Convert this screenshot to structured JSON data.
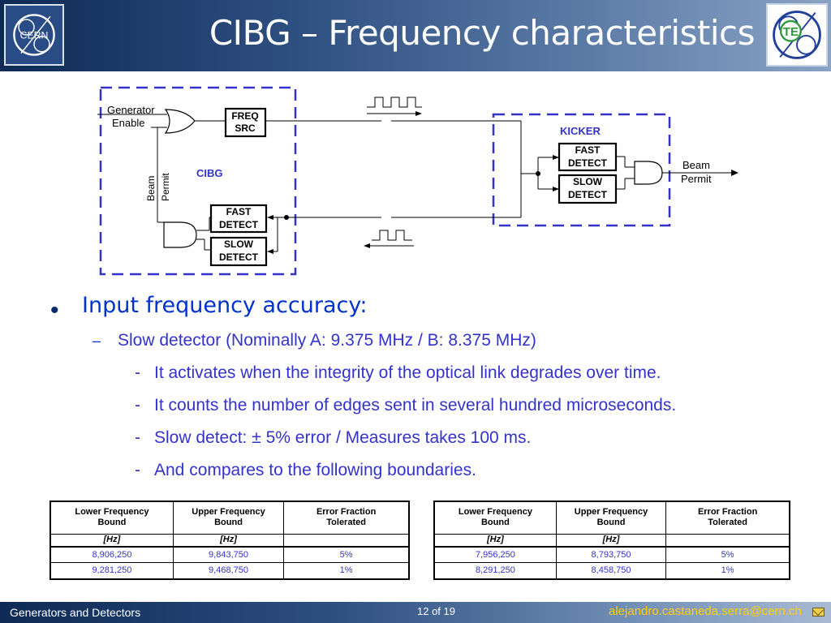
{
  "header": {
    "title": "CIBG – Frequency characteristics",
    "left_logo_text": "CERN",
    "right_logo_text": "TE",
    "left_logo_icon": "cern-logo",
    "right_logo_icon": "te-department-logo"
  },
  "diagram": {
    "generator_label_1": "Generator",
    "generator_label_2": "Enable",
    "freq_src_1": "FREQ",
    "freq_src_2": "SRC",
    "beam_label": "Beam",
    "permit_label": "Permit",
    "cibg_label": "CIBG",
    "kicker_label": "KICKER",
    "fast_1": "FAST",
    "fast_2": "DETECT",
    "slow_1": "SLOW",
    "slow_2": "DETECT",
    "beam_out_1": "Beam",
    "beam_out_2": "Permit",
    "block_color": "#3333cc"
  },
  "bullets": {
    "level1": "Input frequency accuracy:",
    "level2": "Slow detector  (Nominally A: 9.375 MHz / B: 8.375 MHz)",
    "level3": [
      "It activates when the integrity of the optical link degrades over time.",
      "It counts the number of edges sent in several hundred microseconds.",
      "Slow detect: ± 5% error    /    Measures takes 100 ms.",
      "And compares to the following boundaries."
    ]
  },
  "tables": {
    "headers": {
      "lower_1": "Lower Frequency",
      "lower_2": "Bound",
      "upper_1": "Upper Frequency",
      "upper_2": "Bound",
      "error_1": "Error Fraction",
      "error_2": "Tolerated",
      "unit": "[Hz]"
    },
    "a": {
      "rows": [
        [
          "8,906,250",
          "9,843,750",
          "5%"
        ],
        [
          "9,281,250",
          "9,468,750",
          "1%"
        ]
      ]
    },
    "b": {
      "rows": [
        [
          "7,956,250",
          "8,793,750",
          "5%"
        ],
        [
          "8,291,250",
          "8,458,750",
          "1%"
        ]
      ]
    }
  },
  "footer": {
    "left": "Generators and Detectors",
    "page": "12 of 19",
    "email": "alejandro.castaneda.serra@cern.ch",
    "mail_icon": "mail-icon"
  },
  "colors": {
    "accent_text": "#3333cc",
    "header_dark": "#0e2a55",
    "email_color": "#ffd200"
  }
}
